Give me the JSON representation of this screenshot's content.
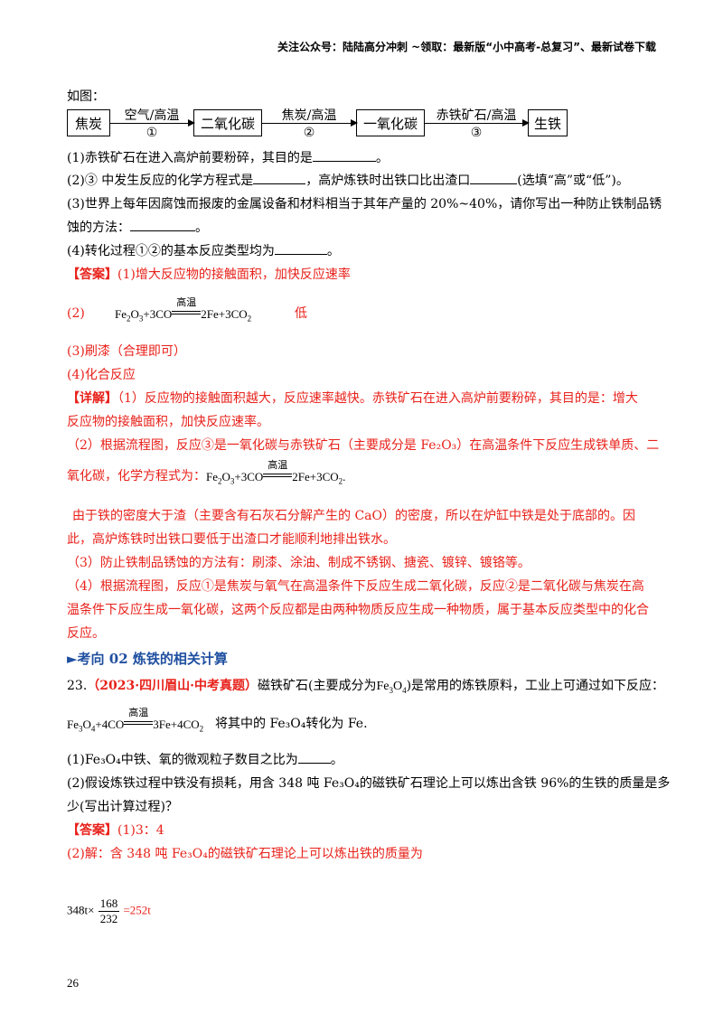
{
  "header": "关注公众号：陆陆高分冲刺  ~领取：最新版“小中高考-总复习”、最新试卷下载",
  "intro": "如图：",
  "flow": {
    "boxes": [
      "焦炭",
      "二氧化碳",
      "一氧化碳",
      "生铁"
    ],
    "arrows": [
      {
        "above": "空气/高温",
        "below": "①"
      },
      {
        "above": "焦炭/高温",
        "below": "②"
      },
      {
        "above": "赤铁矿石/高温",
        "below": "③"
      }
    ]
  },
  "q1": {
    "a": "(1)赤铁矿石在进入高炉前要粉碎，其目的是",
    "b": "。"
  },
  "q2": {
    "a": "(2)③ 中发生反应的化学方程式是",
    "b": "，高炉炼铁时出铁口比出渣口",
    "c": "(选填“高”或“低”)。"
  },
  "q3": {
    "a": "(3)世界上每年因腐蚀而报废的金属设备和材料相当于其年产量的 20%~40%，请你写出一种防止铁制品锈",
    "b": "蚀的方法：",
    "c": "。"
  },
  "q4": {
    "a": "(4)转化过程①②的基本反应类型均为",
    "b": "。"
  },
  "ans1": {
    "tag": "【答案】",
    "text": "(1)增大反应物的接触面积，加快反应速率"
  },
  "ans2": {
    "num": "(2)",
    "lhs": "Fe",
    "cond": "高温",
    "rhs": "2Fe+3CO",
    "extra": "低"
  },
  "ans3": "(3)刷漆（合理即可）",
  "ans4": "(4)化合反应",
  "detail": {
    "tag": "【详解】",
    "l1": "（1）反应物的接触面积越大，反应速率越快。赤铁矿石在进入高炉前要粉碎，其目的是：增大",
    "l2": "反应物的接触面积，加快反应速率。",
    "l3": "（2）根据流程图，反应③是一氧化碳与赤铁矿石（主要成分是 Fe₂O₃）在高温条件下反应生成铁单质、二",
    "l4": "氧化碳，化学方程式为：",
    "l5": "由于铁的密度大于渣（主要含有石灰石分解产生的 CaO）的密度，所以在炉缸中铁是处于底部的。因",
    "l6": "此，高炉炼铁时出铁口要低于出渣口才能顺利地排出铁水。",
    "l7": "（3）防止铁制品锈蚀的方法有：刷漆、涂油、制成不锈钢、搪瓷、镀锌、镀铬等。",
    "l8": "（4）根据流程图，反应①是焦炭与氧气在高温条件下反应生成二氧化碳，反应②是二氧化碳与焦炭在高",
    "l9": "温条件下反应生成一氧化碳，这两个反应都是由两种物质反应生成一种物质，属于基本反应类型中的化合",
    "l10": "反应。"
  },
  "section": "►考向 02  炼铁的相关计算",
  "q23": {
    "num": "23.",
    "src": "（2023·四川眉山·中考真题）",
    "t1": "磁铁矿石(主要成分为",
    "t2": ")是常用的炼铁原料，工业上可通过如下反应：",
    "eq_tail": "将其中的 Fe₃O₄转化为 Fe.",
    "p1a": "(1)Fe₃O₄中铁、氧的微观粒子数目之比为",
    "p1b": "。",
    "p2a": "(2)假设炼铁过程中铁没有损耗，用含 348 吨 Fe₃O₄的磁铁矿石理论上可以炼出含铁 96%的生铁的质量是多",
    "p2b": "少(写出计算过程)？"
  },
  "ans23": {
    "tag": "【答案】",
    "a1": "(1)3：4",
    "a2": "(2)解：含 348 吨 Fe₃O₄的磁铁矿石理论上可以炼出铁的质量为",
    "calc": {
      "lead": "348t×",
      "num": "168",
      "den": "232",
      "result": "=252t"
    }
  },
  "page_number": "26"
}
